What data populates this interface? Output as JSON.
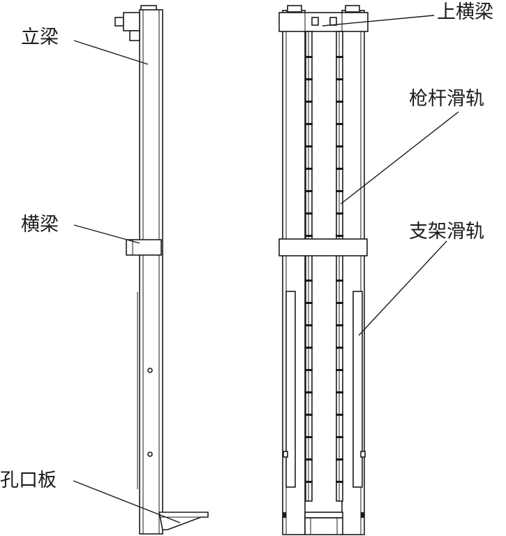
{
  "labels": {
    "upright_beam": "立梁",
    "crossbeam": "横梁",
    "orifice_plate": "孔口板",
    "upper_crossbeam": "上横梁",
    "gun_rod_rail": "枪杆滑轨",
    "bracket_rail": "支架滑轨"
  }
}
